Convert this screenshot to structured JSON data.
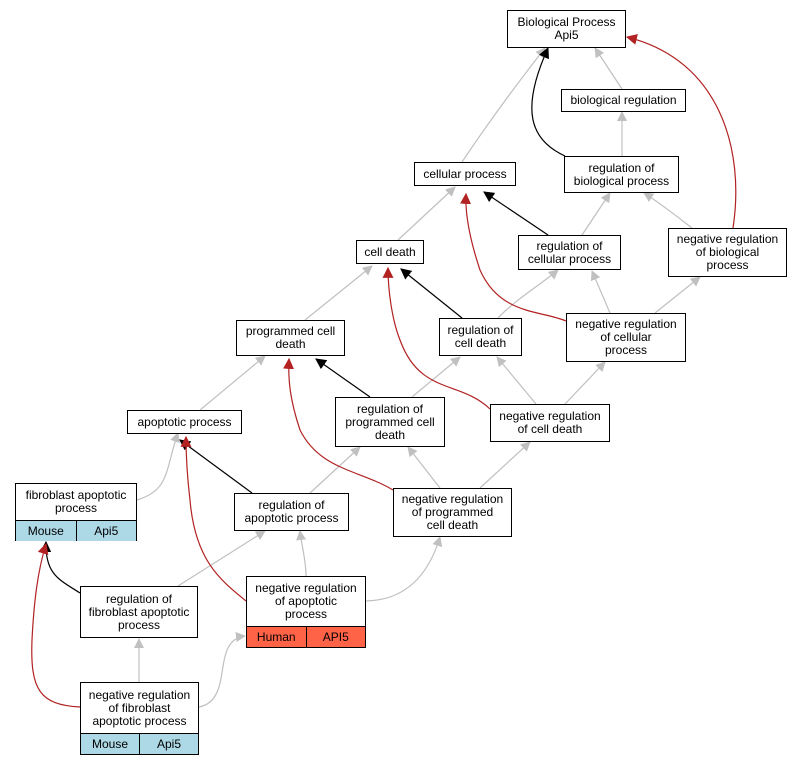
{
  "colors": {
    "gray_edge": "#c0c0c0",
    "black_edge": "#000000",
    "red_edge": "#b22222",
    "mouse_fill": "#add8e6",
    "human_fill": "#ff6347"
  },
  "nodes": {
    "bp": {
      "label": "Biological Process\nApi5"
    },
    "bio_reg": {
      "label": "biological regulation"
    },
    "cell_proc": {
      "label": "cellular process"
    },
    "reg_bio": {
      "label": "regulation of\nbiological process"
    },
    "cell_death": {
      "label": "cell death"
    },
    "reg_cell_proc": {
      "label": "regulation of\ncellular process"
    },
    "neg_reg_bio": {
      "label": "negative regulation\nof biological\nprocess"
    },
    "pcd": {
      "label": "programmed cell\ndeath"
    },
    "reg_cell_death": {
      "label": "regulation of\ncell death"
    },
    "neg_reg_cell_proc": {
      "label": "negative regulation\nof cellular\nprocess"
    },
    "apoptotic": {
      "label": "apoptotic process"
    },
    "reg_pcd": {
      "label": "regulation of\nprogrammed cell\ndeath"
    },
    "neg_reg_cell_death": {
      "label": "negative regulation\nof cell death"
    },
    "fib_apop": {
      "label": "fibroblast apoptotic\nprocess",
      "tags": [
        "Mouse",
        "Api5"
      ]
    },
    "reg_apop": {
      "label": "regulation of\napoptotic process"
    },
    "neg_reg_pcd": {
      "label": "negative regulation\nof programmed\ncell death"
    },
    "reg_fib_apop": {
      "label": "regulation of\nfibroblast apoptotic\nprocess"
    },
    "neg_reg_apop": {
      "label": "negative regulation\nof apoptotic\nprocess",
      "tags": [
        "Human",
        "API5"
      ]
    },
    "neg_reg_fib_apop": {
      "label": "negative regulation\nof fibroblast\napoptotic process",
      "tags": [
        "Mouse",
        "Api5"
      ]
    }
  }
}
